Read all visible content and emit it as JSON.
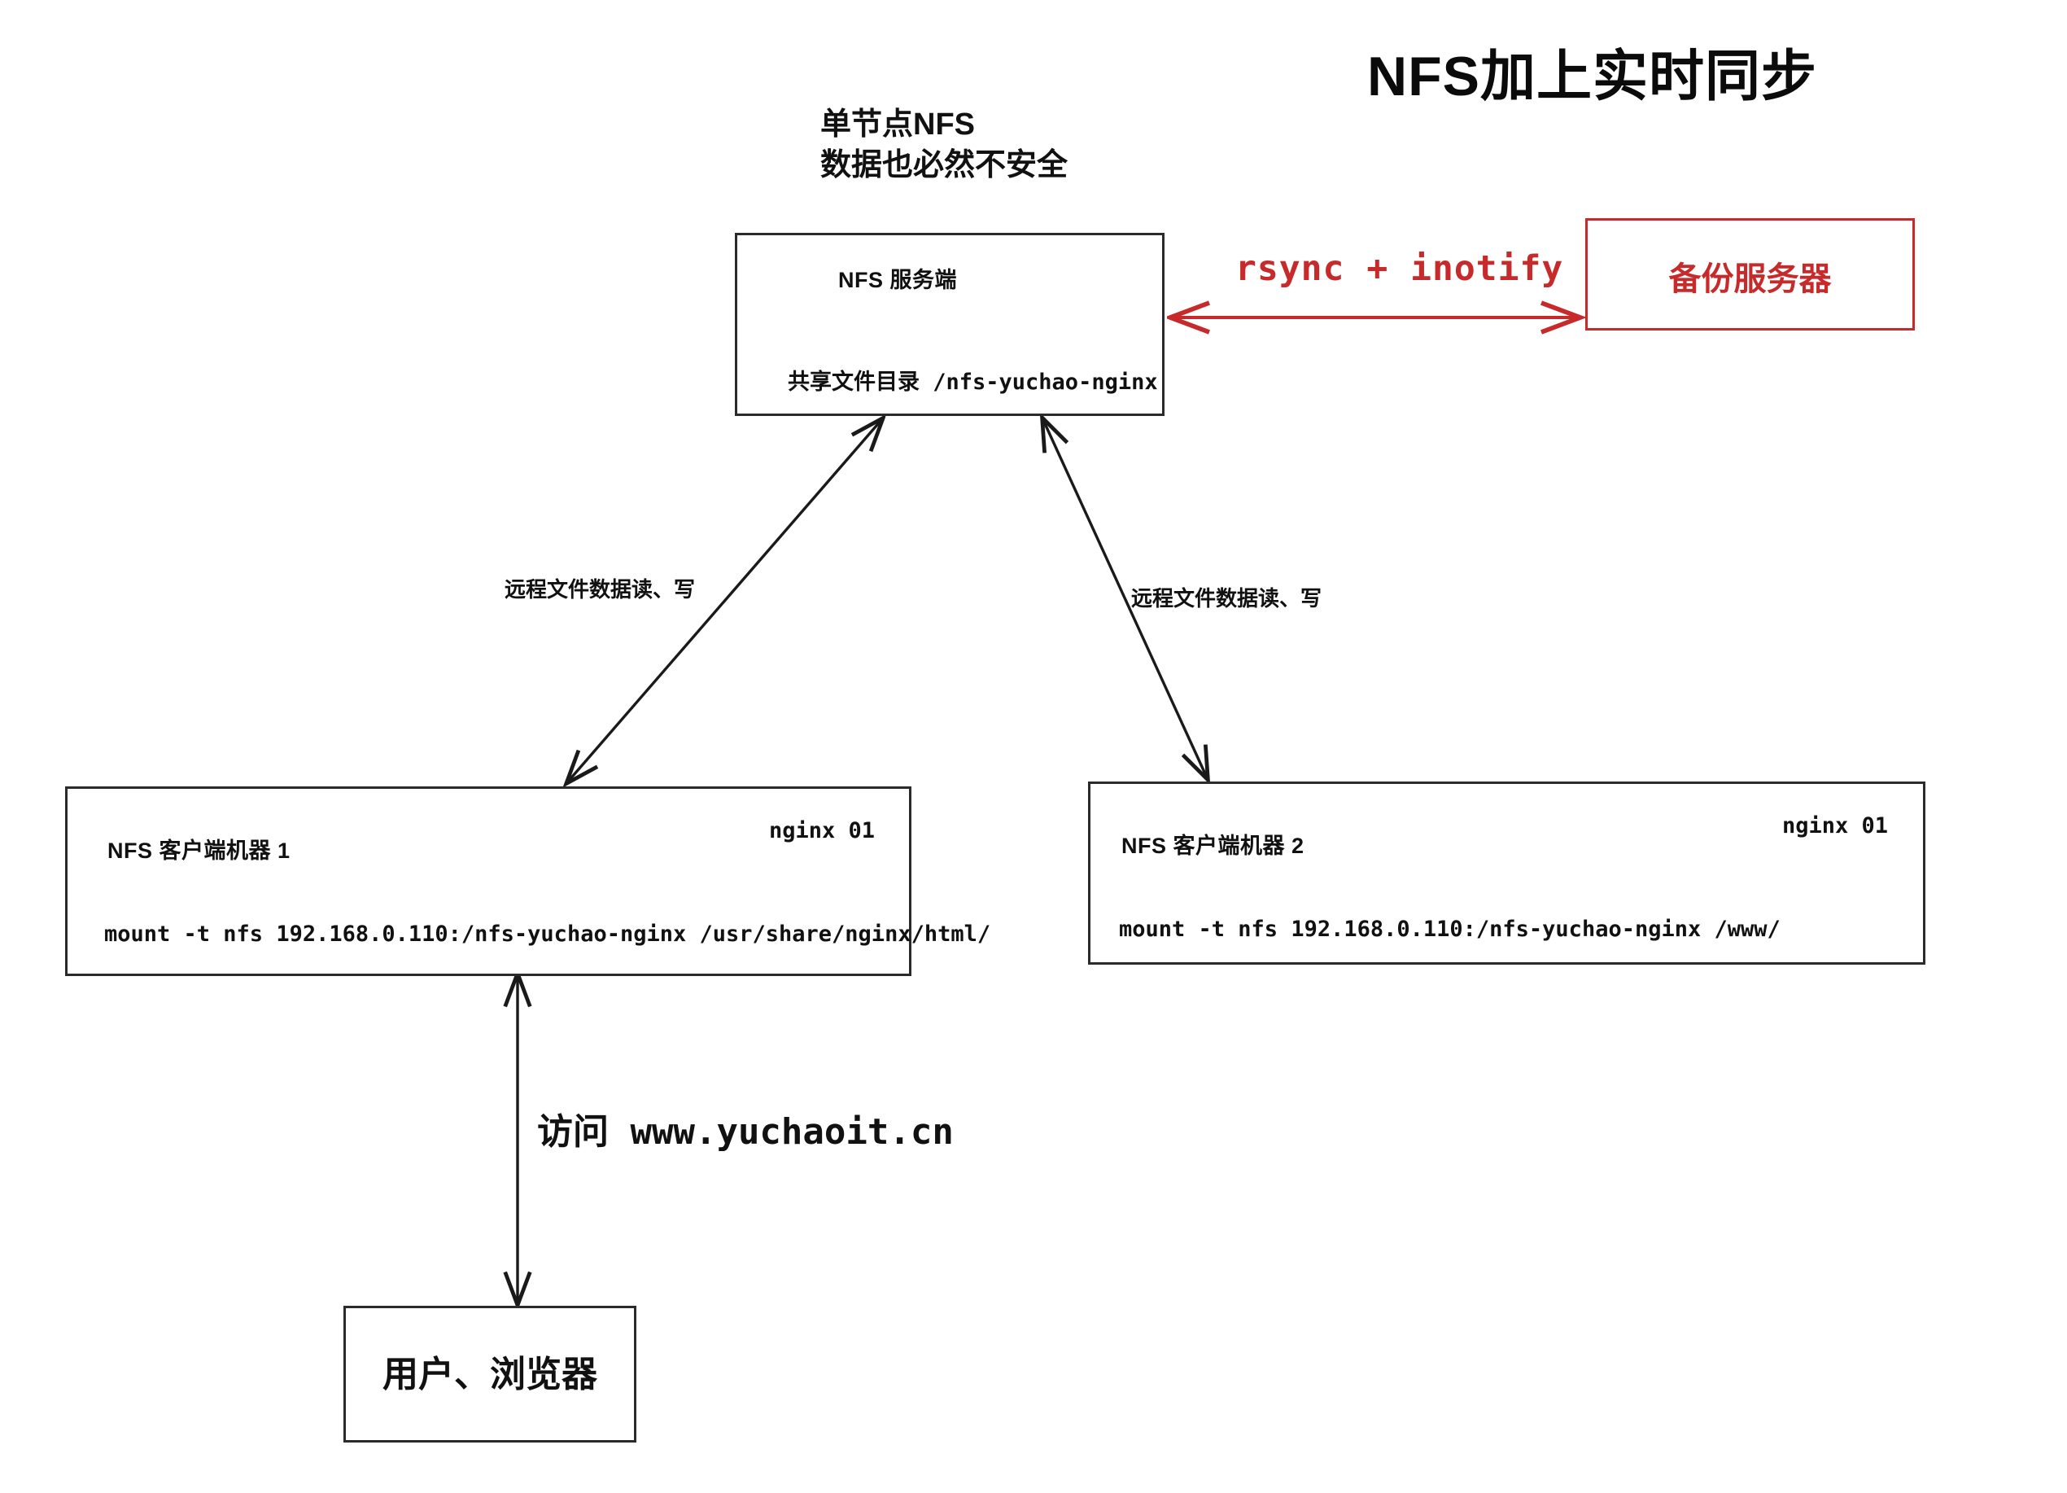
{
  "title": "NFS加上实时同步",
  "notes": {
    "single_node_line1": "单节点NFS",
    "single_node_line2": "数据也必然不安全"
  },
  "nfs_server": {
    "title": "NFS   服务端",
    "share_dir": "共享文件目录 /nfs-yuchao-nginx"
  },
  "backup_server": {
    "label": "备份服务器",
    "border_color": "#c62a2a"
  },
  "sync": {
    "label": "rsync + inotify",
    "color": "#c62a2a",
    "direction": "bidirectional"
  },
  "clients": [
    {
      "title": "NFS   客户端机器 1",
      "tag": "nginx 01",
      "command": "mount -t nfs 192.168.0.110:/nfs-yuchao-nginx /usr/share/nginx/html/"
    },
    {
      "title": "NFS   客户端机器 2",
      "tag": "nginx 01",
      "command": "mount -t nfs 192.168.0.110:/nfs-yuchao-nginx /www/"
    }
  ],
  "flows": {
    "left_label": "远程文件数据读、写",
    "right_label": "远程文件数据读、写",
    "access_label": "访问 www.yuchaoit.cn"
  },
  "user_browser": {
    "label": "用户、浏览器"
  }
}
